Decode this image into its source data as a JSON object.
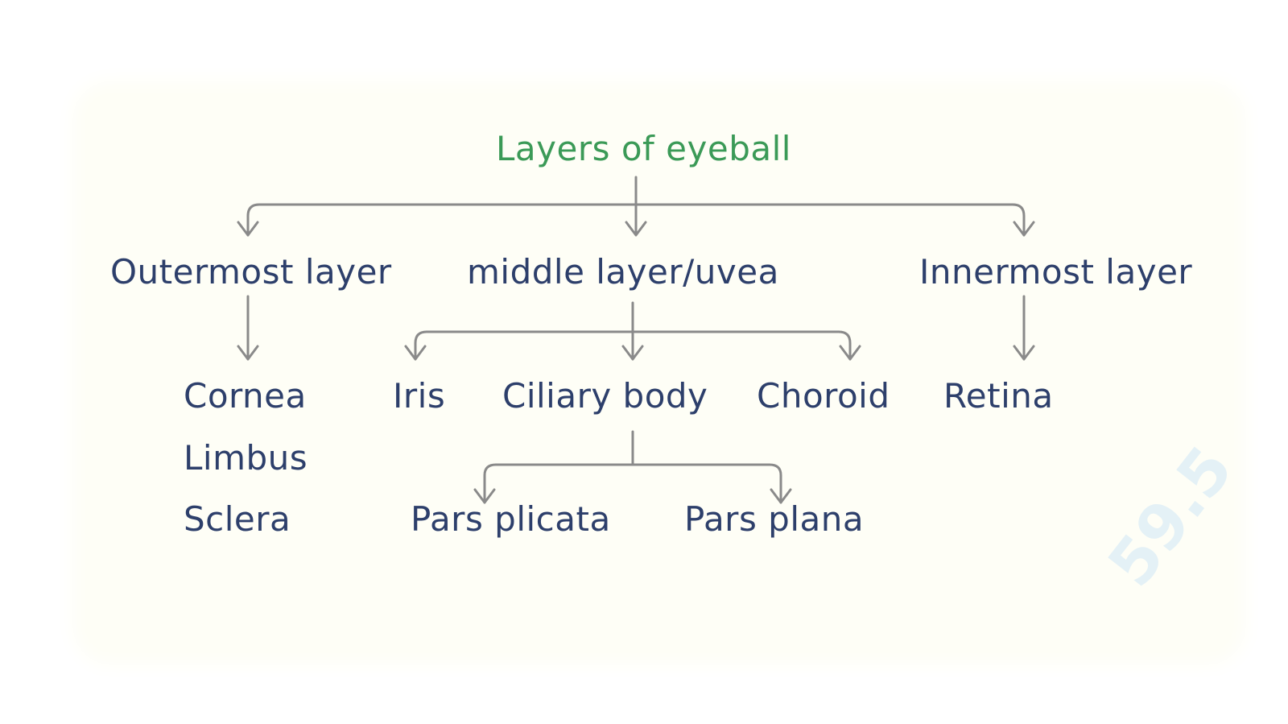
{
  "title": "Layers of eyeball",
  "layers": {
    "outer": {
      "label": "Outermost layer",
      "parts": [
        "Cornea",
        "Limbus",
        "Sclera"
      ]
    },
    "middle": {
      "label": "middle layer/uvea",
      "parts": [
        "Iris",
        "Ciliary body",
        "Choroid"
      ],
      "ciliary_body_parts": [
        "Pars plicata",
        "Pars plana"
      ]
    },
    "inner": {
      "label": "Innermost layer",
      "parts": [
        "Retina"
      ]
    }
  },
  "colors": {
    "title": "#3b9a57",
    "text": "#2d3f6b",
    "connector": "#8a8a8a",
    "background": "#fefef6"
  }
}
